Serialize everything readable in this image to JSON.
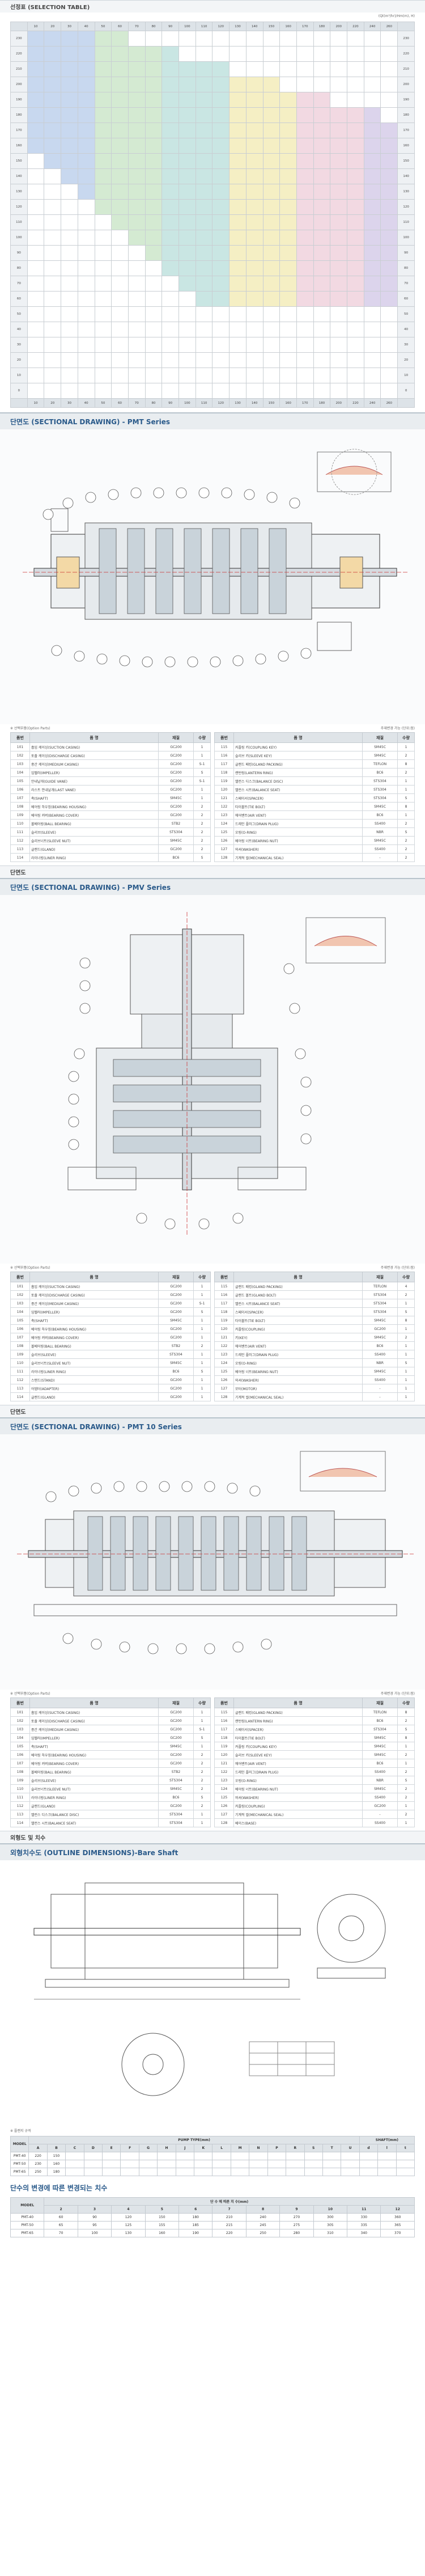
{
  "selection": {
    "title": "선정표 (SELECTION TABLE)",
    "unit_note": "(Qt(m³/hr)/Hm(m), H)",
    "x_labels": [
      "10",
      "20",
      "30",
      "40",
      "50",
      "60",
      "70",
      "80",
      "90",
      "100",
      "110",
      "120",
      "130",
      "140",
      "150",
      "160",
      "170",
      "180",
      "200",
      "220",
      "240",
      "260"
    ],
    "y_labels": [
      "230",
      "220",
      "210",
      "200",
      "190",
      "180",
      "170",
      "160",
      "150",
      "140",
      "130",
      "120",
      "110",
      "100",
      "90",
      "80",
      "70",
      "60",
      "50",
      "40",
      "30",
      "20",
      "10",
      "0"
    ]
  },
  "pmt": {
    "title": "단면도 (SECTIONAL DRAWING) - PMT Series",
    "note_left": "※ 선택부품(Option Parts)",
    "note_right": "주재변경 가능 (단위:점)",
    "head": {
      "no": "품번",
      "name": "품 명",
      "mat": "재질",
      "qty": "수량"
    },
    "left": [
      {
        "no": "101",
        "name": "흡입 케이싱(SUCTION CASING)",
        "mat": "GC200",
        "qty": "1"
      },
      {
        "no": "102",
        "name": "토출 케이싱(DISCHARGE CASING)",
        "mat": "GC200",
        "qty": "1"
      },
      {
        "no": "103",
        "name": "중간 케이싱(MEDIUM CASING)",
        "mat": "GC200",
        "qty": "S-1"
      },
      {
        "no": "104",
        "name": "임펠러(IMPELLER)",
        "mat": "GC200",
        "qty": "S"
      },
      {
        "no": "105",
        "name": "안내날개(GUIDE VANE)",
        "mat": "GC200",
        "qty": "S-1"
      },
      {
        "no": "106",
        "name": "라스트 안내날개(LAST VANE)",
        "mat": "GC200",
        "qty": "1"
      },
      {
        "no": "107",
        "name": "축(SHAFT)",
        "mat": "SM45C",
        "qty": "1"
      },
      {
        "no": "108",
        "name": "베어링 하우징(BEARING HOUSING)",
        "mat": "GC200",
        "qty": "2"
      },
      {
        "no": "109",
        "name": "베어링 커버(BEARING COVER)",
        "mat": "GC200",
        "qty": "2"
      },
      {
        "no": "110",
        "name": "볼베어링(BALL BEARING)",
        "mat": "STB2",
        "qty": "2"
      },
      {
        "no": "111",
        "name": "슬리브(SLEEVE)",
        "mat": "STS304",
        "qty": "2"
      },
      {
        "no": "112",
        "name": "슬리브너트(SLEEVE NUT)",
        "mat": "SM45C",
        "qty": "2"
      },
      {
        "no": "113",
        "name": "글랜드(GLAND)",
        "mat": "GC200",
        "qty": "2"
      },
      {
        "no": "114",
        "name": "라이너링(LINER RING)",
        "mat": "BC6",
        "qty": "S"
      }
    ],
    "right": [
      {
        "no": "115",
        "name": "커플링 키(COUPLING KEY)",
        "mat": "SM45C",
        "qty": "1"
      },
      {
        "no": "116",
        "name": "슬리브 키(SLEEVE KEY)",
        "mat": "SM45C",
        "qty": "2"
      },
      {
        "no": "117",
        "name": "글랜드 패킹(GLAND PACKING)",
        "mat": "TEFLON",
        "qty": "8"
      },
      {
        "no": "118",
        "name": "랜턴링(LANTERN RING)",
        "mat": "BC6",
        "qty": "2"
      },
      {
        "no": "119",
        "name": "밸런스 디스크(BALANCE DISC)",
        "mat": "STS304",
        "qty": "1"
      },
      {
        "no": "120",
        "name": "밸런스 시트(BALANCE SEAT)",
        "mat": "STS304",
        "qty": "1"
      },
      {
        "no": "121",
        "name": "스페이서(SPACER)",
        "mat": "STS304",
        "qty": "S"
      },
      {
        "no": "122",
        "name": "타이볼트(TIE BOLT)",
        "mat": "SM45C",
        "qty": "8"
      },
      {
        "no": "123",
        "name": "에어벤트(AIR VENT)",
        "mat": "BC6",
        "qty": "1"
      },
      {
        "no": "124",
        "name": "드레인 플러그(DRAIN PLUG)",
        "mat": "SS400",
        "qty": "2"
      },
      {
        "no": "125",
        "name": "오링(O-RING)",
        "mat": "NBR",
        "qty": "S"
      },
      {
        "no": "126",
        "name": "베어링 너트(BEARING NUT)",
        "mat": "SM45C",
        "qty": "2"
      },
      {
        "no": "127",
        "name": "와셔(WASHER)",
        "mat": "SS400",
        "qty": "2"
      },
      {
        "no": "128",
        "name": "기계적 씰(MECHANICAL SEAL)",
        "mat": "-",
        "qty": "2"
      }
    ]
  },
  "pmv": {
    "caption": "단면도",
    "title": "단면도 (SECTIONAL DRAWING) - PMV Series",
    "note_left": "※ 선택부품(Option Parts)",
    "note_right": "주재변경 가능 (단위:점)",
    "head": {
      "no": "품번",
      "name": "품 명",
      "mat": "재질",
      "qty": "수량"
    },
    "left": [
      {
        "no": "101",
        "name": "흡입 케이싱(SUCTION CASING)",
        "mat": "GC200",
        "qty": "1"
      },
      {
        "no": "102",
        "name": "토출 케이싱(DISCHARGE CASING)",
        "mat": "GC200",
        "qty": "1"
      },
      {
        "no": "103",
        "name": "중간 케이싱(MEDIUM CASING)",
        "mat": "GC200",
        "qty": "S-1"
      },
      {
        "no": "104",
        "name": "임펠러(IMPELLER)",
        "mat": "GC200",
        "qty": "S"
      },
      {
        "no": "105",
        "name": "축(SHAFT)",
        "mat": "SM45C",
        "qty": "1"
      },
      {
        "no": "106",
        "name": "베어링 하우징(BEARING HOUSING)",
        "mat": "GC200",
        "qty": "1"
      },
      {
        "no": "107",
        "name": "베어링 커버(BEARING COVER)",
        "mat": "GC200",
        "qty": "1"
      },
      {
        "no": "108",
        "name": "볼베어링(BALL BEARING)",
        "mat": "STB2",
        "qty": "2"
      },
      {
        "no": "109",
        "name": "슬리브(SLEEVE)",
        "mat": "STS304",
        "qty": "1"
      },
      {
        "no": "110",
        "name": "슬리브너트(SLEEVE NUT)",
        "mat": "SM45C",
        "qty": "1"
      },
      {
        "no": "111",
        "name": "라이너링(LINER RING)",
        "mat": "BC6",
        "qty": "S"
      },
      {
        "no": "112",
        "name": "스탠드(STAND)",
        "mat": "GC200",
        "qty": "1"
      },
      {
        "no": "113",
        "name": "어댑터(ADAPTER)",
        "mat": "GC200",
        "qty": "1"
      },
      {
        "no": "114",
        "name": "글랜드(GLAND)",
        "mat": "GC200",
        "qty": "1"
      }
    ],
    "right": [
      {
        "no": "115",
        "name": "글랜드 패킹(GLAND PACKING)",
        "mat": "TEFLON",
        "qty": "4"
      },
      {
        "no": "116",
        "name": "글랜드 볼트(GLAND BOLT)",
        "mat": "STS304",
        "qty": "2"
      },
      {
        "no": "117",
        "name": "밸런스 시트(BALANCE SEAT)",
        "mat": "STS304",
        "qty": "1"
      },
      {
        "no": "118",
        "name": "스페이서(SPACER)",
        "mat": "STS304",
        "qty": "S"
      },
      {
        "no": "119",
        "name": "타이볼트(TIE BOLT)",
        "mat": "SM45C",
        "qty": "8"
      },
      {
        "no": "120",
        "name": "커플링(COUPLING)",
        "mat": "GC200",
        "qty": "1"
      },
      {
        "no": "121",
        "name": "키(KEY)",
        "mat": "SM45C",
        "qty": "2"
      },
      {
        "no": "122",
        "name": "에어벤트(AIR VENT)",
        "mat": "BC6",
        "qty": "1"
      },
      {
        "no": "123",
        "name": "드레인 플러그(DRAIN PLUG)",
        "mat": "SS400",
        "qty": "1"
      },
      {
        "no": "124",
        "name": "오링(O-RING)",
        "mat": "NBR",
        "qty": "S"
      },
      {
        "no": "125",
        "name": "베어링 너트(BEARING NUT)",
        "mat": "SM45C",
        "qty": "1"
      },
      {
        "no": "126",
        "name": "와셔(WASHER)",
        "mat": "SS400",
        "qty": "1"
      },
      {
        "no": "127",
        "name": "모터(MOTOR)",
        "mat": "-",
        "qty": "1"
      },
      {
        "no": "128",
        "name": "기계적 씰(MECHANICAL SEAL)",
        "mat": "-",
        "qty": "1"
      }
    ]
  },
  "pmt10": {
    "caption": "단면도",
    "title": "단면도 (SECTIONAL DRAWING) - PMT 10 Series",
    "note_left": "※ 선택부품(Option Parts)",
    "note_right": "주재변경 가능 (단위:점)",
    "head": {
      "no": "품번",
      "name": "품 명",
      "mat": "재질",
      "qty": "수량"
    },
    "left": [
      {
        "no": "101",
        "name": "흡입 케이싱(SUCTION CASING)",
        "mat": "GC200",
        "qty": "1"
      },
      {
        "no": "102",
        "name": "토출 케이싱(DISCHARGE CASING)",
        "mat": "GC200",
        "qty": "1"
      },
      {
        "no": "103",
        "name": "중간 케이싱(MEDIUM CASING)",
        "mat": "GC200",
        "qty": "S-1"
      },
      {
        "no": "104",
        "name": "임펠러(IMPELLER)",
        "mat": "GC200",
        "qty": "S"
      },
      {
        "no": "105",
        "name": "축(SHAFT)",
        "mat": "SM45C",
        "qty": "1"
      },
      {
        "no": "106",
        "name": "베어링 하우징(BEARING HOUSING)",
        "mat": "GC200",
        "qty": "2"
      },
      {
        "no": "107",
        "name": "베어링 커버(BEARING COVER)",
        "mat": "GC200",
        "qty": "2"
      },
      {
        "no": "108",
        "name": "볼베어링(BALL BEARING)",
        "mat": "STB2",
        "qty": "2"
      },
      {
        "no": "109",
        "name": "슬리브(SLEEVE)",
        "mat": "STS304",
        "qty": "2"
      },
      {
        "no": "110",
        "name": "슬리브너트(SLEEVE NUT)",
        "mat": "SM45C",
        "qty": "2"
      },
      {
        "no": "111",
        "name": "라이너링(LINER RING)",
        "mat": "BC6",
        "qty": "S"
      },
      {
        "no": "112",
        "name": "글랜드(GLAND)",
        "mat": "GC200",
        "qty": "2"
      },
      {
        "no": "113",
        "name": "밸런스 디스크(BALANCE DISC)",
        "mat": "STS304",
        "qty": "1"
      },
      {
        "no": "114",
        "name": "밸런스 시트(BALANCE SEAT)",
        "mat": "STS304",
        "qty": "1"
      }
    ],
    "right": [
      {
        "no": "115",
        "name": "글랜드 패킹(GLAND PACKING)",
        "mat": "TEFLON",
        "qty": "8"
      },
      {
        "no": "116",
        "name": "랜턴링(LANTERN RING)",
        "mat": "BC6",
        "qty": "2"
      },
      {
        "no": "117",
        "name": "스페이서(SPACER)",
        "mat": "STS304",
        "qty": "S"
      },
      {
        "no": "118",
        "name": "타이볼트(TIE BOLT)",
        "mat": "SM45C",
        "qty": "8"
      },
      {
        "no": "119",
        "name": "커플링 키(COUPLING KEY)",
        "mat": "SM45C",
        "qty": "1"
      },
      {
        "no": "120",
        "name": "슬리브 키(SLEEVE KEY)",
        "mat": "SM45C",
        "qty": "2"
      },
      {
        "no": "121",
        "name": "에어벤트(AIR VENT)",
        "mat": "BC6",
        "qty": "1"
      },
      {
        "no": "122",
        "name": "드레인 플러그(DRAIN PLUG)",
        "mat": "SS400",
        "qty": "2"
      },
      {
        "no": "123",
        "name": "오링(O-RING)",
        "mat": "NBR",
        "qty": "S"
      },
      {
        "no": "124",
        "name": "베어링 너트(BEARING NUT)",
        "mat": "SM45C",
        "qty": "2"
      },
      {
        "no": "125",
        "name": "와셔(WASHER)",
        "mat": "SS400",
        "qty": "2"
      },
      {
        "no": "126",
        "name": "커플링(COUPLING)",
        "mat": "GC200",
        "qty": "1"
      },
      {
        "no": "127",
        "name": "기계적 씰(MECHANICAL SEAL)",
        "mat": "-",
        "qty": "2"
      },
      {
        "no": "128",
        "name": "베이스(BASE)",
        "mat": "SS400",
        "qty": "1"
      }
    ]
  },
  "outline": {
    "caption": "외형도 및 치수",
    "title": "외형치수도 (OUTLINE DIMENSIONS)-Bare Shaft",
    "flange_note": "※ 플랜지 규격",
    "header_top": {
      "model": "MODEL",
      "pump": "PUMP TYPE(mm)",
      "shaft": "SHAFT(mm)"
    },
    "cols": [
      "A",
      "B",
      "C",
      "D",
      "E",
      "F",
      "G",
      "H",
      "J",
      "K",
      "L",
      "M",
      "N",
      "P",
      "R",
      "S",
      "T",
      "U",
      "d",
      "l",
      "t"
    ],
    "rows": [
      {
        "model": "PMT-40",
        "vals": [
          "220",
          "150",
          "",
          "",
          "",
          "",
          "",
          "",
          "",
          "",
          "",
          "",
          "",
          "",
          "",
          "",
          "",
          "",
          "",
          "",
          ""
        ]
      },
      {
        "model": "PMT-50",
        "vals": [
          "230",
          "160",
          "",
          "",
          "",
          "",
          "",
          "",
          "",
          "",
          "",
          "",
          "",
          "",
          "",
          "",
          "",
          "",
          "",
          "",
          ""
        ]
      },
      {
        "model": "PMT-65",
        "vals": [
          "250",
          "180",
          "",
          "",
          "",
          "",
          "",
          "",
          "",
          "",
          "",
          "",
          "",
          "",
          "",
          "",
          "",
          "",
          "",
          "",
          ""
        ]
      }
    ]
  },
  "stage": {
    "title": "단수의 변경에 따른 변경되는 치수",
    "head": {
      "model": "MODEL",
      "stage": "단 수 에 따른 치 수(mm)"
    },
    "stages": [
      "2",
      "3",
      "4",
      "5",
      "6",
      "7",
      "8",
      "9",
      "10",
      "11",
      "12"
    ],
    "rows": [
      {
        "model": "PMT-40",
        "vals": [
          "60",
          "90",
          "120",
          "150",
          "180",
          "210",
          "240",
          "270",
          "300",
          "330",
          "360"
        ]
      },
      {
        "model": "PMT-50",
        "vals": [
          "65",
          "95",
          "125",
          "155",
          "185",
          "215",
          "245",
          "275",
          "305",
          "335",
          "365"
        ]
      },
      {
        "model": "PMT-65",
        "vals": [
          "70",
          "100",
          "130",
          "160",
          "190",
          "220",
          "250",
          "280",
          "310",
          "340",
          "370"
        ]
      }
    ]
  }
}
